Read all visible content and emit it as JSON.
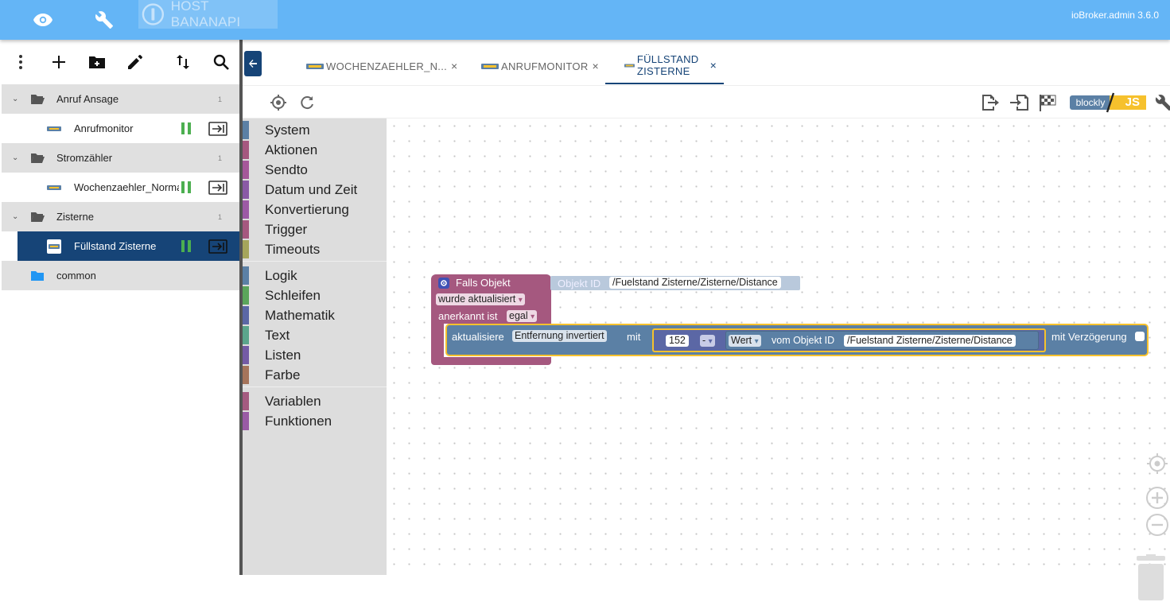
{
  "header": {
    "host_label": "HOST BANANAPI",
    "version": "ioBroker.admin 3.6.0"
  },
  "sidebar": {
    "tree": [
      {
        "label": "Anruf Ansage",
        "count": "1",
        "type": "folder"
      },
      {
        "label": "Anrufmonitor",
        "type": "script"
      },
      {
        "label": "Stromzähler",
        "count": "1",
        "type": "folder"
      },
      {
        "label": "Wochenzaehler_Normal",
        "type": "script"
      },
      {
        "label": "Zisterne",
        "count": "1",
        "type": "folder"
      },
      {
        "label": "Füllstand Zisterne",
        "type": "script",
        "selected": true
      },
      {
        "label": "common",
        "type": "folder-empty"
      }
    ]
  },
  "tabs": [
    {
      "label": "WOCHENZAEHLER_N...",
      "close": "×"
    },
    {
      "label": "ANRUFMONITOR",
      "close": "×"
    },
    {
      "label": "FÜLLSTAND ZISTERNE",
      "close": "×",
      "active": true
    }
  ],
  "editor": {
    "mode_blockly": "blockly",
    "mode_js": "JS"
  },
  "toolbox": {
    "group1": [
      "System",
      "Aktionen",
      "Sendto",
      "Datum und Zeit",
      "Konvertierung",
      "Trigger",
      "Timeouts"
    ],
    "group2": [
      "Logik",
      "Schleifen",
      "Mathematik",
      "Text",
      "Listen",
      "Farbe"
    ],
    "group3": [
      "Variablen",
      "Funktionen"
    ]
  },
  "blocks": {
    "trigger_title": "Falls Objekt",
    "objekt_id_label": "Objekt ID",
    "objekt_id_value": "/Fuelstand Zisterne/Zisterne/Distance",
    "event_value": "wurde aktualisiert",
    "ack_label": "anerkannt ist",
    "ack_value": "egal",
    "update_label": "aktualisiere",
    "update_target": "Entfernung invertiert",
    "with_label": "mit",
    "number_value": "152",
    "operator": "-",
    "wert_label": "Wert",
    "vom_label": "vom Objekt ID",
    "vom_value": "/Fuelstand Zisterne/Zisterne/Distance",
    "delay_label": "mit Verzögerung",
    "dd_arrow": "▾"
  },
  "colors": {
    "topbar": "#64b5f6",
    "selected": "#164477",
    "trigger_block": "#a5587f",
    "action_block": "#5b80a5",
    "highlight": "#f6c12d"
  }
}
